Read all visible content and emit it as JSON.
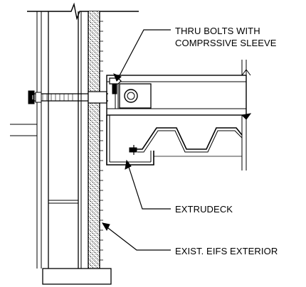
{
  "callouts": {
    "thru_bolts": {
      "line1": "THRU BOLTS WITH",
      "line2": "COMPRSSIVE SLEEVE"
    },
    "extrudeck": "EXTRUDECK",
    "eifs": "EXIST. EIFS EXTERIOR"
  },
  "colors": {
    "line": "#000000",
    "background": "#ffffff"
  }
}
